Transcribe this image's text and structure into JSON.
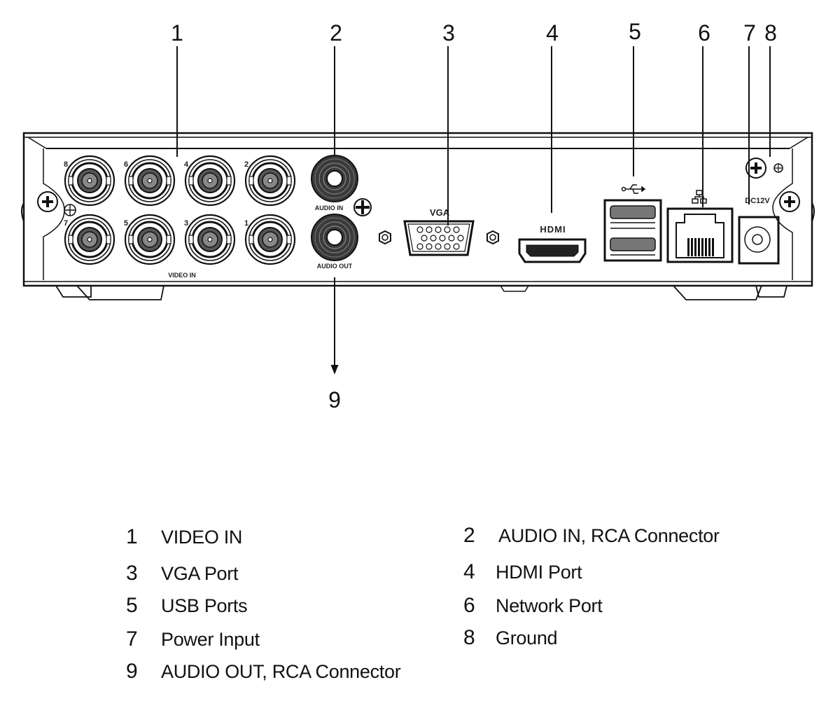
{
  "diagram": {
    "title": "DVR rear panel",
    "callouts": [
      {
        "id": 1,
        "label": "1"
      },
      {
        "id": 2,
        "label": "2"
      },
      {
        "id": 3,
        "label": "3"
      },
      {
        "id": 4,
        "label": "4"
      },
      {
        "id": 5,
        "label": "5"
      },
      {
        "id": 6,
        "label": "6"
      },
      {
        "id": 7,
        "label": "7"
      },
      {
        "id": 8,
        "label": "8"
      },
      {
        "id": 9,
        "label": "9"
      }
    ],
    "panel_labels": {
      "video_in": "VIDEO IN",
      "audio_in": "AUDIO IN",
      "audio_out": "AUDIO OUT",
      "vga": "VGA",
      "hdmi": "HDMI",
      "dc": "DC12V"
    },
    "bnc_channels": {
      "top": [
        "8",
        "6",
        "4",
        "2"
      ],
      "bottom": [
        "7",
        "5",
        "3",
        "1"
      ]
    }
  },
  "legend": {
    "items": [
      {
        "num": "1",
        "label": "VIDEO IN"
      },
      {
        "num": "2",
        "label": "AUDIO IN, RCA Connector"
      },
      {
        "num": "3",
        "label": "VGA Port"
      },
      {
        "num": "4",
        "label": "HDMI Port"
      },
      {
        "num": "5",
        "label": "USB Ports"
      },
      {
        "num": "6",
        "label": "Network Port"
      },
      {
        "num": "7",
        "label": "Power Input"
      },
      {
        "num": "8",
        "label": "Ground"
      },
      {
        "num": "9",
        "label": "AUDIO OUT, RCA Connector"
      }
    ]
  }
}
